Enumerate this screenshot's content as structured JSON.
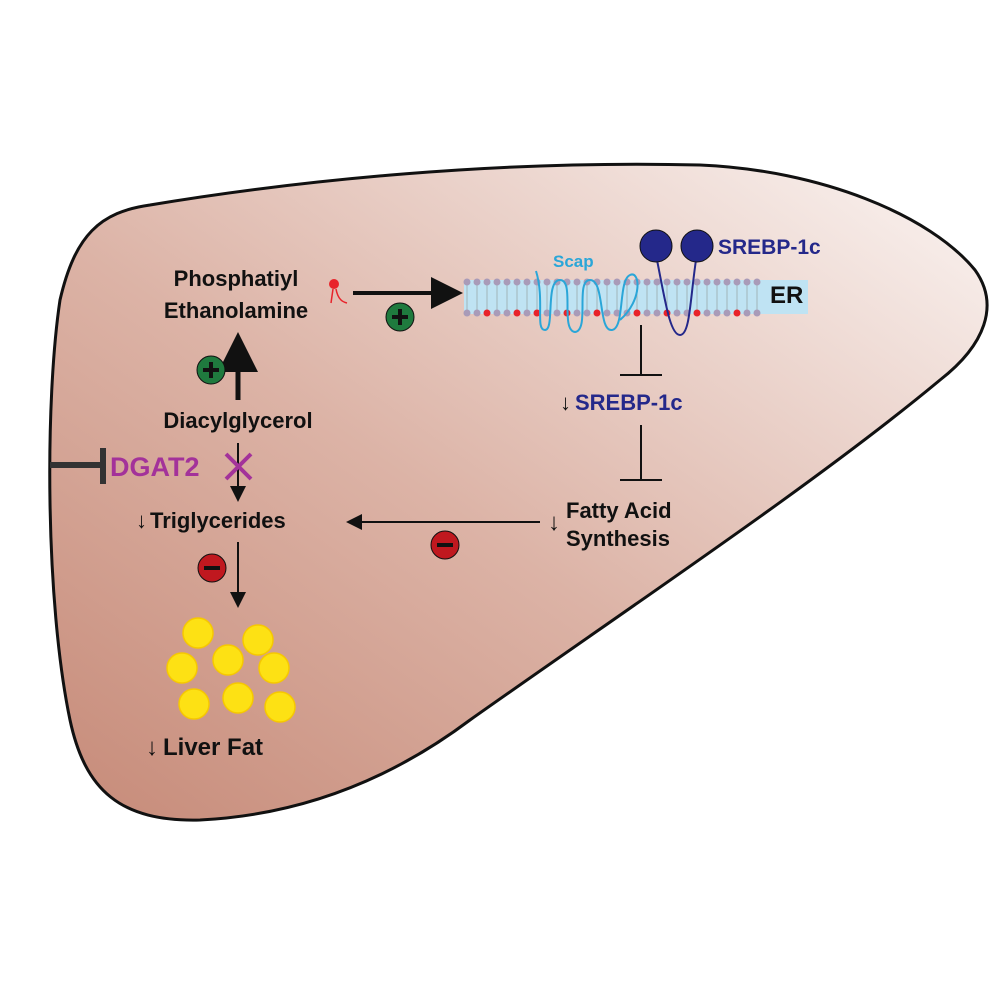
{
  "labels": {
    "phosphatidyl_line1": "Phosphatiyl",
    "phosphatidyl_line2": "Ethanolamine",
    "diacylglycerol": "Diacylglycerol",
    "dgat2": "DGAT2",
    "triglycerides": "Triglycerides",
    "liver_fat": "Liver Fat",
    "scap": "Scap",
    "srebp_top": "SREBP-1c",
    "er": "ER",
    "srebp_mid": "SREBP-1c",
    "fatty_acid_line1": "Fatty Acid",
    "fatty_acid_line2": "Synthesis",
    "down_arrow": "↓"
  },
  "colors": {
    "liver_fill_dark": "#c98f7e",
    "liver_fill_light": "#f7efec",
    "activation_green": "#1f7a3e",
    "inhibition_red": "#c0181f",
    "dgat2_magenta": "#a3329a",
    "srebp_navy": "#24288a",
    "scap_blue": "#2aa6d8",
    "er_band": "#bfe3f3",
    "fat_yellow": "#fde114"
  },
  "icons": [
    "plus-badge-icon",
    "minus-badge-icon",
    "inhibition-bar-icon",
    "cross-icon",
    "lipid-icon",
    "fat-droplet-icon"
  ]
}
